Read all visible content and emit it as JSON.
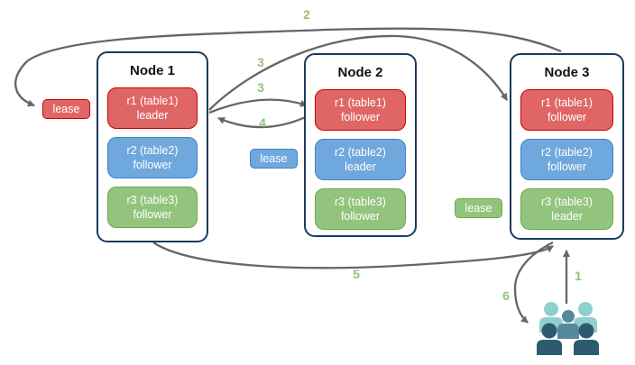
{
  "diagram": {
    "nodes": [
      {
        "title": "Node 1",
        "replicas": [
          {
            "line1": "r1 (table1)",
            "line2": "leader"
          },
          {
            "line1": "r2 (table2)",
            "line2": "follower"
          },
          {
            "line1": "r3 (table3)",
            "line2": "follower"
          }
        ]
      },
      {
        "title": "Node 2",
        "replicas": [
          {
            "line1": "r1 (table1)",
            "line2": "follower"
          },
          {
            "line1": "r2 (table2)",
            "line2": "leader"
          },
          {
            "line1": "r3 (table3)",
            "line2": "follower"
          }
        ]
      },
      {
        "title": "Node 3",
        "replicas": [
          {
            "line1": "r1 (table1)",
            "line2": "follower"
          },
          {
            "line1": "r2 (table2)",
            "line2": "follower"
          },
          {
            "line1": "r3 (table3)",
            "line2": "leader"
          }
        ]
      }
    ],
    "leases": {
      "red": "lease",
      "blue": "lease",
      "green": "lease"
    },
    "steps": {
      "s1": "1",
      "s2": "2",
      "s3a": "3",
      "s3b": "3",
      "s4": "4",
      "s5": "5",
      "s6": "6"
    },
    "icons": {
      "users": "users-group-icon"
    },
    "colors": {
      "replica_red": "#e06666",
      "replica_red_border": "#cc0000",
      "replica_blue": "#6fa8dc",
      "replica_blue_border": "#3d85c6",
      "replica_green": "#93c47d",
      "replica_green_border": "#6aa84f",
      "node_border": "#1c3a5e",
      "arrow": "#666666",
      "step_number": "#93c47d",
      "users_light": "#8fd0cd",
      "users_medium": "#54899c",
      "users_dark": "#2d5b6e"
    }
  }
}
